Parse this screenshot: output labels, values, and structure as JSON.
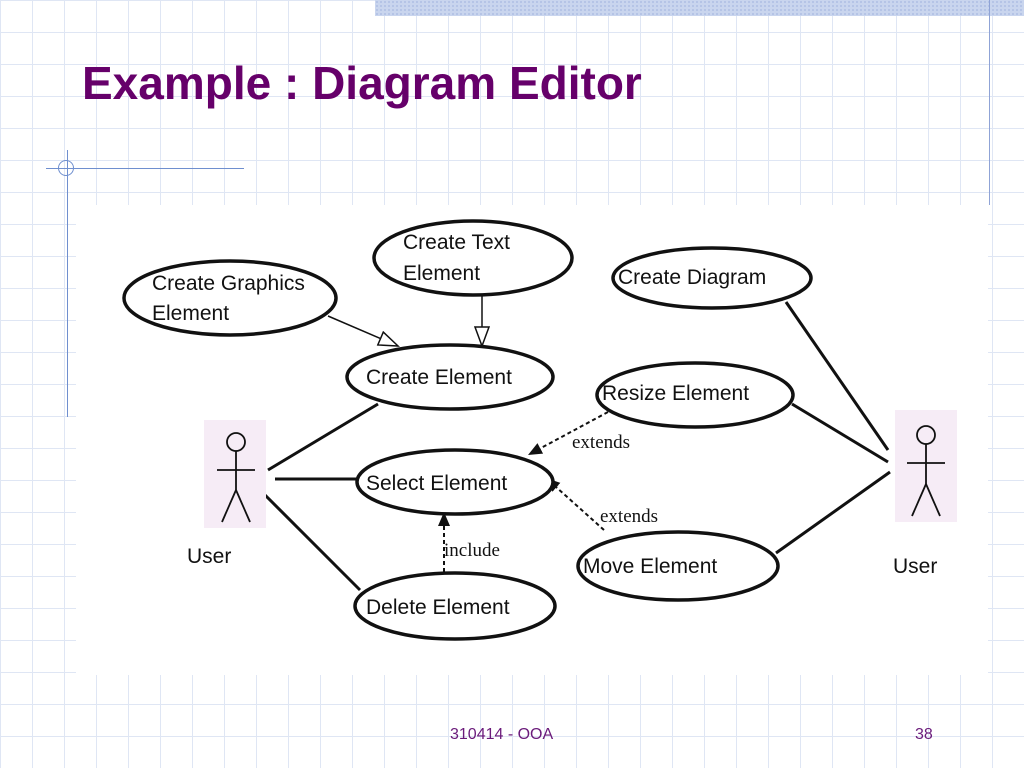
{
  "slide": {
    "title": "Example : Diagram Editor",
    "footer": "310414 - OOA",
    "page_number": "38"
  },
  "diagram": {
    "actors": {
      "left": "User",
      "right": "User"
    },
    "use_cases": {
      "create_graphics": [
        "Create Graphics",
        "Element"
      ],
      "create_text": [
        "Create Text",
        "Element"
      ],
      "create_diagram": "Create Diagram",
      "create_element": "Create Element",
      "resize_element": "Resize Element",
      "select_element": "Select Element",
      "move_element": "Move Element",
      "delete_element": "Delete Element"
    },
    "relations": {
      "extends_resize": "extends",
      "extends_move": "extends",
      "include_delete": "include"
    }
  }
}
